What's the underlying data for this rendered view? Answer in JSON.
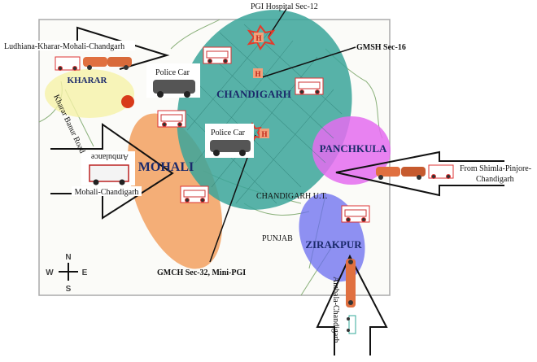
{
  "hospitals": {
    "pgi": "PGI Hospital  Sec-12",
    "gmsh": "GMSH Sec-16",
    "gmch": "GMCH Sec-32, Mini-PGI",
    "marker": "H"
  },
  "cities": {
    "chandigarh": "CHANDIGARH",
    "mohali": "MOHALI",
    "panchkula": "PANCHKULA",
    "zirakpur": "ZIRAKPUR",
    "kharar": "KHARAR"
  },
  "routes": {
    "ludhiana": "Ludhiana-Kharar-Mohali-Chandgarh",
    "mohali": "Mohali-Chandigarh",
    "shimla_line1": "From Shimla-Pinjore-",
    "shimla_line2": "Chandigarh",
    "ambala": "Ambala-Chandigarh"
  },
  "vehicles": {
    "police_car": "Police Car",
    "ambulance": "Ambulance"
  },
  "map_labels": {
    "road": "Kharar Banur Road",
    "chandigarh_ut": "CHANDIGARH U.T.",
    "punjab": "PUNJAB"
  },
  "compass": {
    "n": "N",
    "s": "S",
    "e": "E",
    "w": "W"
  },
  "colors": {
    "chandigarh": "#3aa59a",
    "mohali": "#f2a060",
    "panchkula": "#e46cf0",
    "zirakpur": "#6a6cf0",
    "kharar": "#f6f2a8",
    "hospital": "#e53a2a"
  }
}
